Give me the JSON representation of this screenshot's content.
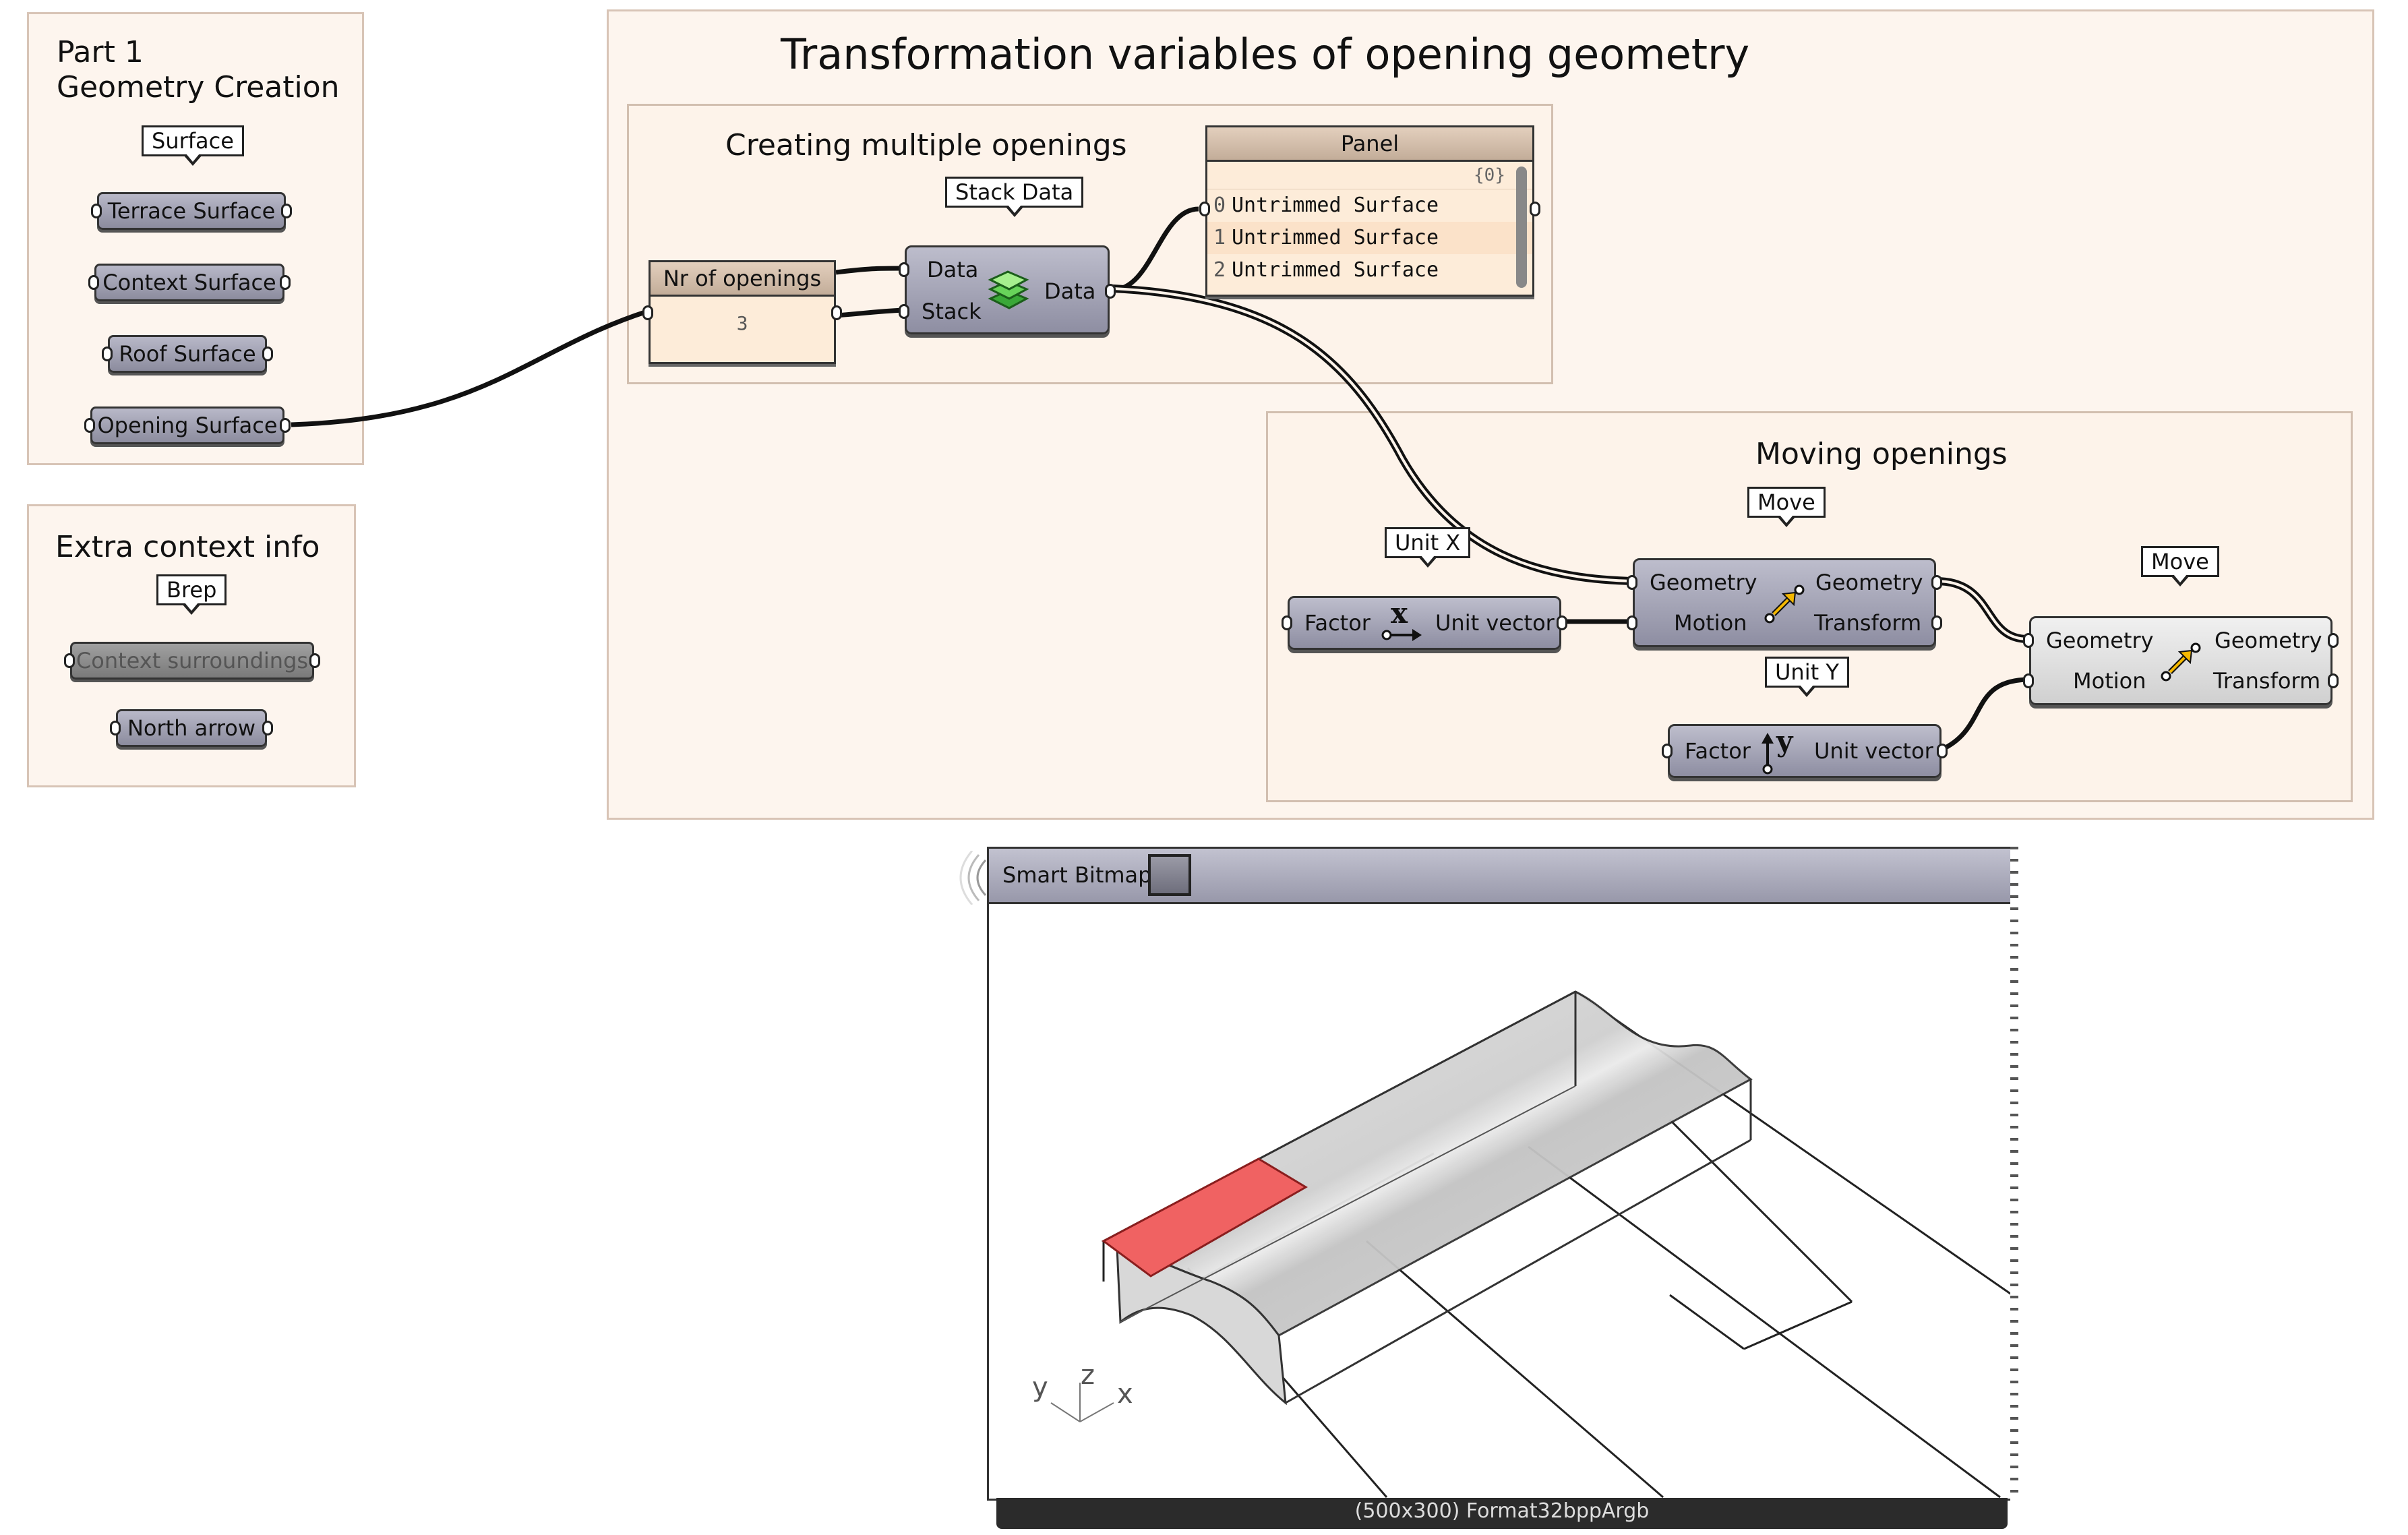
{
  "group_part1": {
    "title_line1": "Part 1",
    "title_line2": "Geometry Creation",
    "tag": "Surface",
    "params": [
      "Terrace Surface",
      "Context Surface",
      "Roof Surface",
      "Opening Surface"
    ]
  },
  "group_extra": {
    "title": "Extra context info",
    "tag": "Brep",
    "params": [
      "Context surroundings",
      "North arrow"
    ]
  },
  "main_title": "Transformation variables of opening geometry",
  "group_multi": {
    "title": "Creating multiple openings",
    "slider": {
      "label": "Nr of openings",
      "value": "3"
    },
    "stack": {
      "tag": "Stack Data",
      "in1": "Data",
      "in2": "Stack",
      "out": "Data"
    },
    "panel": {
      "title": "Panel",
      "path": "{0}",
      "rows": [
        {
          "idx": "0",
          "text": "Untrimmed Surface"
        },
        {
          "idx": "1",
          "text": "Untrimmed Surface"
        },
        {
          "idx": "2",
          "text": "Untrimmed Surface"
        }
      ]
    }
  },
  "group_move": {
    "title": "Moving openings",
    "unitx": {
      "tag": "Unit X",
      "in": "Factor",
      "out": "Unit vector",
      "glyph": "x"
    },
    "move1": {
      "tag": "Move",
      "in1": "Geometry",
      "in2": "Motion",
      "out1": "Geometry",
      "out2": "Transform"
    },
    "unity": {
      "tag": "Unit Y",
      "in": "Factor",
      "out": "Unit vector",
      "glyph": "y"
    },
    "move2": {
      "tag": "Move",
      "in1": "Geometry",
      "in2": "Motion",
      "out1": "Geometry",
      "out2": "Transform"
    }
  },
  "bitmap": {
    "title": "Smart Bitmap",
    "footer": "(500x300) Format32bppArgb",
    "axes": {
      "x": "x",
      "y": "y",
      "z": "z"
    }
  },
  "colors": {
    "opening_red": "#f06262",
    "group_fill": "#fdf5ee"
  }
}
